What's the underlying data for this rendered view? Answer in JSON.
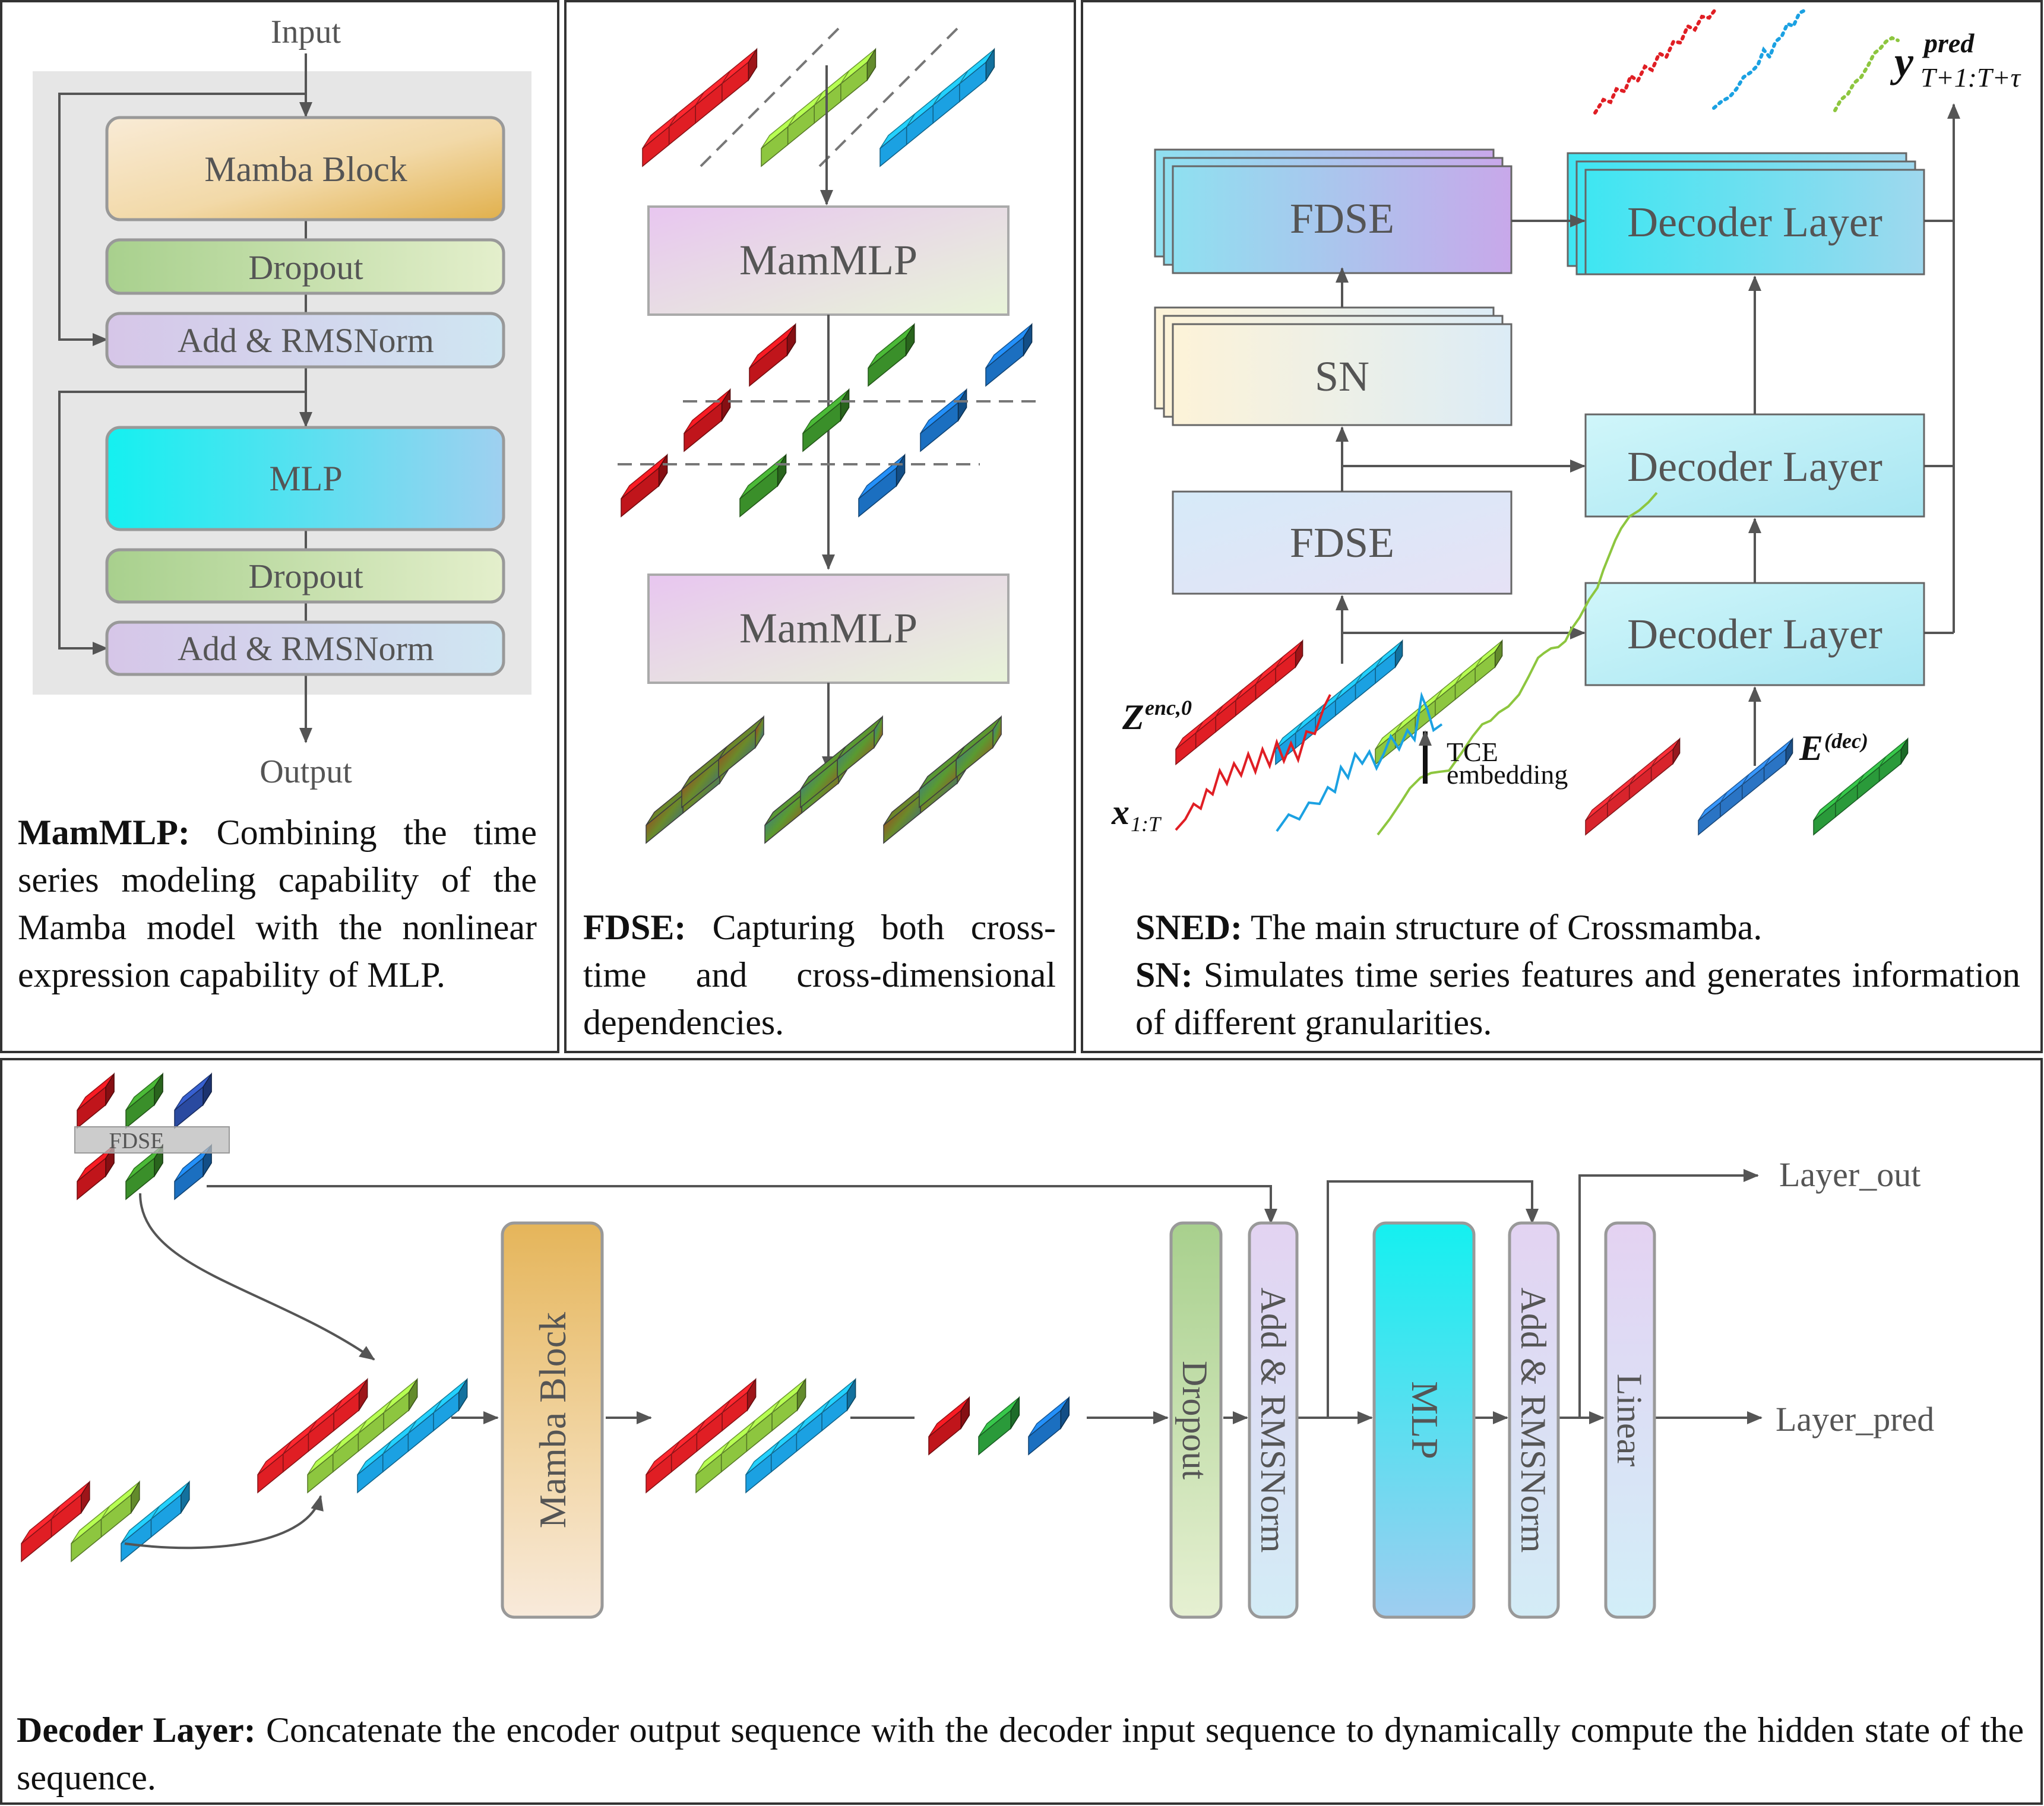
{
  "mammlp": {
    "input_label": "Input",
    "output_label": "Output",
    "mamba_block": "Mamba Block",
    "dropout": "Dropout",
    "add_norm": "Add & RMSNorm",
    "mlp": "MLP",
    "caption_title": "MamMLP:",
    "caption_text": " Combining the time series modeling capability of the Mamba model with the nonlinear expression capability of MLP."
  },
  "fdse": {
    "mammlp_label": "MamMLP",
    "caption_title": "FDSE:",
    "caption_text": " Capturing both cross-time and cross-dimensional dependencies."
  },
  "sned": {
    "fdse_label": "FDSE",
    "sn_label": "SN",
    "decoder_layer_label": "Decoder Layer",
    "tce_label": "TCE",
    "embedding_label": "embedding",
    "z_enc_base": "Z",
    "z_enc_sup": "enc,0",
    "x_base": "x",
    "x_sub": "1:T",
    "e_dec_base": "E",
    "e_dec_sup": "(dec)",
    "y_base": "y",
    "y_sup": "pred",
    "y_sub": "T+1:T+τ",
    "caption_title1": "SNED:",
    "caption_text1": " The main structure of Crossmamba.",
    "caption_title2": "SN:",
    "caption_text2": " Simulates time series features and generates information of different granularities."
  },
  "decoder": {
    "fdse_tag": "FDSE",
    "mamba_block": "Mamba Block",
    "dropout": "Dropout",
    "add_norm": "Add & RMSNorm",
    "mlp": "MLP",
    "linear": "Linear",
    "layer_out": "Layer_out",
    "layer_pred": "Layer_pred",
    "caption_title": "Decoder Layer:",
    "caption_text": " Concatenate the encoder output sequence with the decoder input sequence to dynamically compute the hidden state of the sequence."
  },
  "colors": {
    "red": "#e01e24",
    "green": "#8dc63f",
    "blue": "#1ba1e2",
    "dark_red": "#c0151b",
    "dark_green": "#3a8f2a",
    "dark_blue": "#1b6fc0"
  }
}
